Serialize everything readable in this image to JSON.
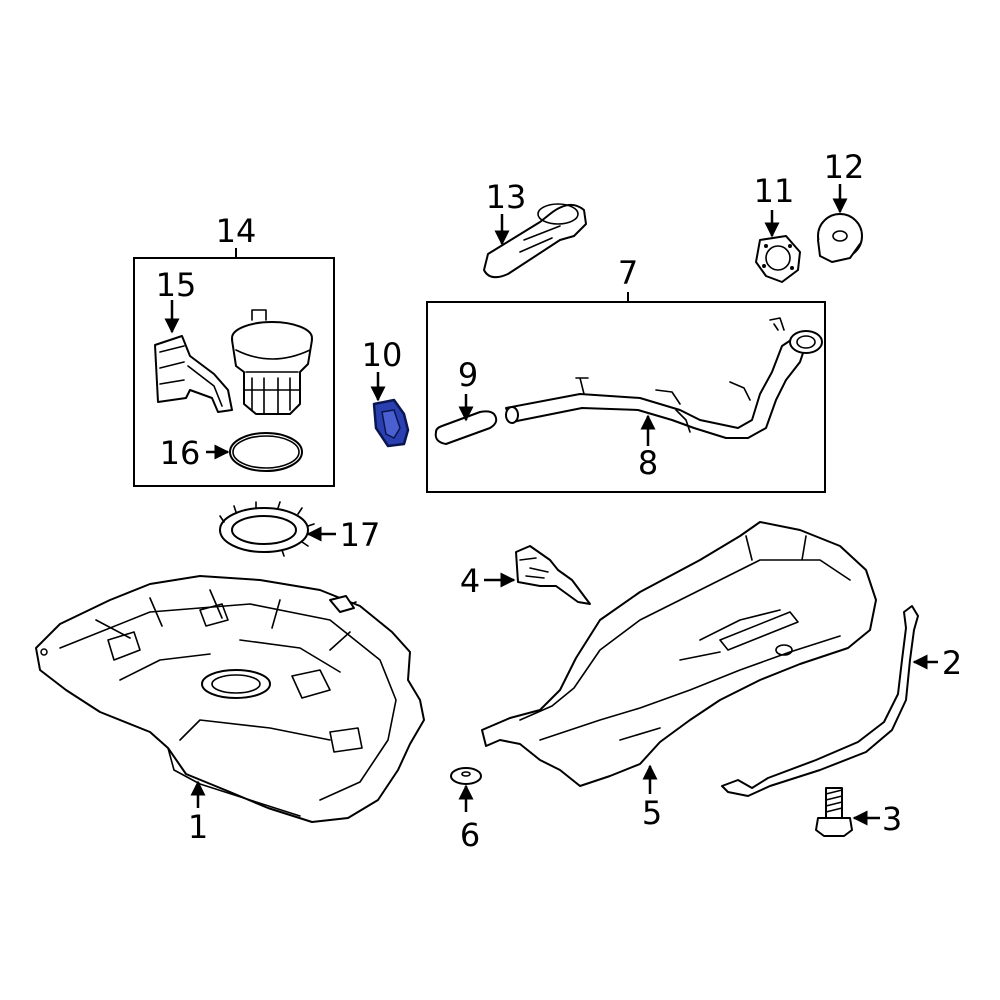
{
  "diagram": {
    "callouts": {
      "c1": "1",
      "c2": "2",
      "c3": "3",
      "c4": "4",
      "c5": "5",
      "c6": "6",
      "c7": "7",
      "c8": "8",
      "c9": "9",
      "c10": "10",
      "c11": "11",
      "c12": "12",
      "c13": "13",
      "c14": "14",
      "c15": "15",
      "c16": "16",
      "c17": "17"
    },
    "highlight_part": "10",
    "colors": {
      "line": "#000000",
      "background": "#ffffff",
      "highlight_fill": "#2a3fb0",
      "highlight_stroke": "#0a1650"
    }
  }
}
